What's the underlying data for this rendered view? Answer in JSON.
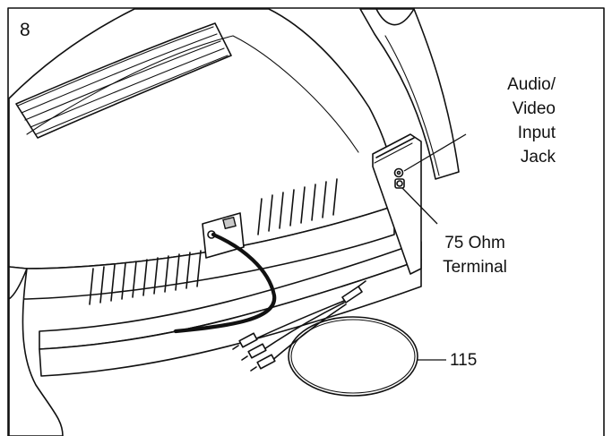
{
  "figure": {
    "step_number": "8",
    "labels": {
      "av_jack": [
        "Audio/",
        "Video",
        "Input",
        "Jack"
      ],
      "ohm_terminal": [
        "75 Ohm",
        "Terminal"
      ],
      "cable_part": "115"
    }
  }
}
